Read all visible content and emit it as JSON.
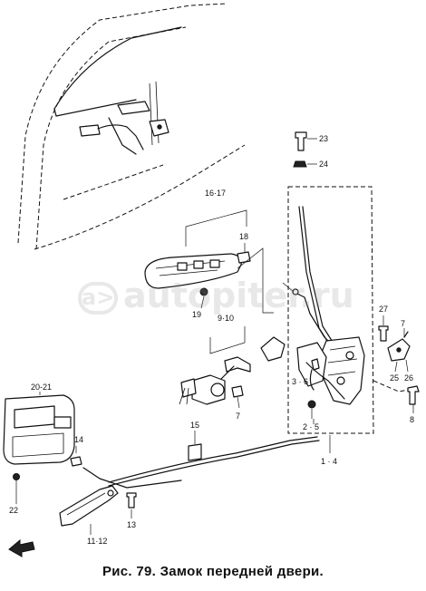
{
  "caption": "Рис. 79. Замок передней двери.",
  "watermark": "autopiter.ru",
  "callouts": {
    "c23": "23",
    "c24": "24",
    "c16_17": "16·17",
    "c18": "18",
    "c19": "19",
    "c9_10": "9·10",
    "c7a": "7",
    "c27": "27",
    "c7b": "7",
    "c3_6": "3 · 6",
    "c2_5": "2 · 5",
    "c25": "25",
    "c26": "26",
    "c8": "8",
    "c1_4": "1 · 4",
    "c20_21": "20-21",
    "c14": "14",
    "c22": "22",
    "c15": "15",
    "c13": "13",
    "c11_12": "11·12"
  }
}
